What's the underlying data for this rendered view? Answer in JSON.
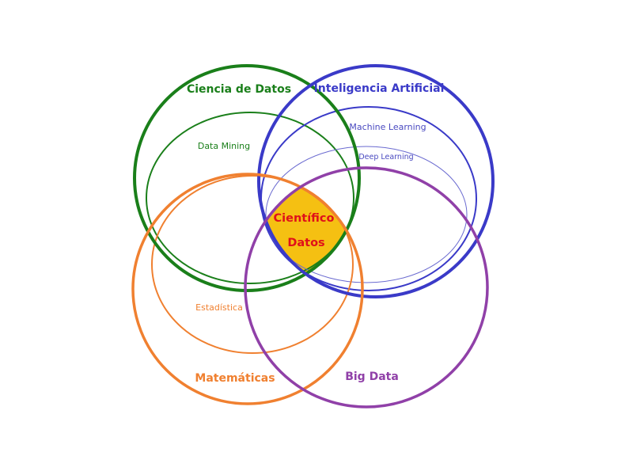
{
  "colors": {
    "green": "#1a7f1a",
    "blue": "#3a3ac8",
    "orange": "#f08030",
    "purple": "#9040a8",
    "yellow": "#f5c012",
    "red": "#e0101a"
  },
  "sets": {
    "ciencia_datos": "Ciencia de Datos",
    "inteligencia_artificial": "Inteligencia Artificial",
    "matematicas": "Matemáticas",
    "big_data": "Big Data"
  },
  "subsets": {
    "data_mining": "Data Mining",
    "machine_learning": "Machine Learning",
    "deep_learning": "Deep Learning",
    "estadistica": "Estadística"
  },
  "center": {
    "line1": "Científico",
    "line2": "Datos"
  }
}
